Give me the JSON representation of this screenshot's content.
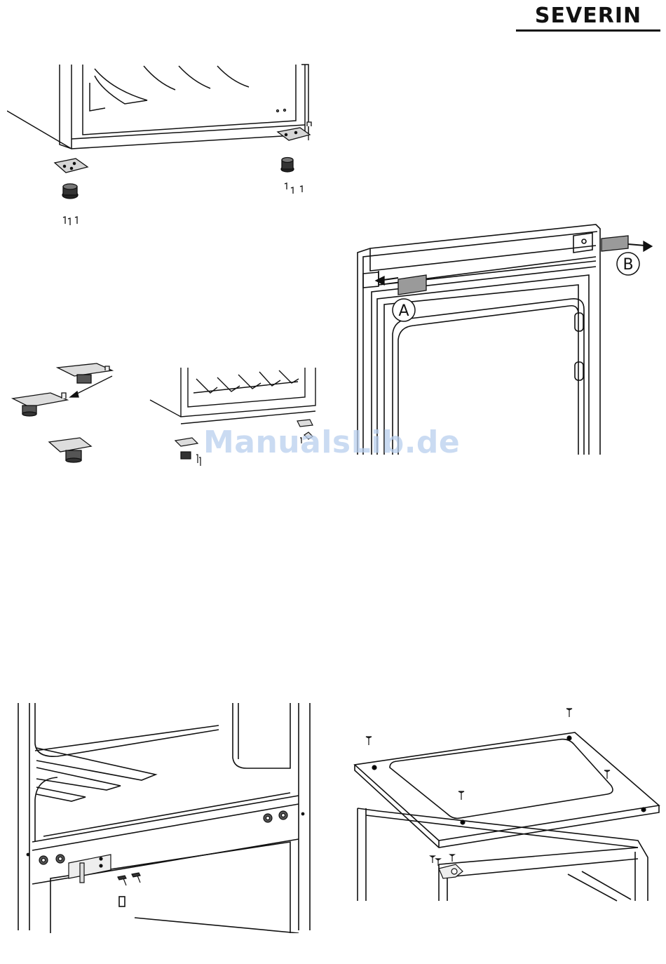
{
  "brand": {
    "logo_text": "SEVERIN"
  },
  "watermark": {
    "text": "ManualsLib.de"
  },
  "figures": {
    "door_frame": {
      "callout_a": "A",
      "callout_b": "B"
    }
  },
  "colors": {
    "line": "#111111",
    "part_grey": "#9a9a9a",
    "watermark": "#b9cfee"
  }
}
